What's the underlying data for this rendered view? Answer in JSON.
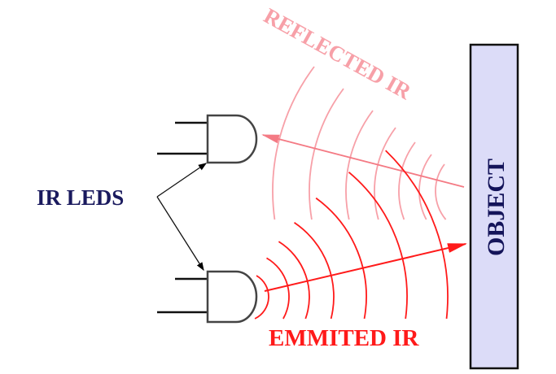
{
  "labels": {
    "reflected": "REFLECTED IR",
    "emitted": "EMMITED IR",
    "leds": "IR LEDS",
    "object": "OBJECT"
  },
  "colors": {
    "reflected": "#f7a0a8",
    "reflected_line": "#f47a84",
    "emitted": "#ff1a1a",
    "leds_text": "#1a1a5e",
    "object_fill": "#dcdcf8",
    "object_text": "#14145a"
  }
}
